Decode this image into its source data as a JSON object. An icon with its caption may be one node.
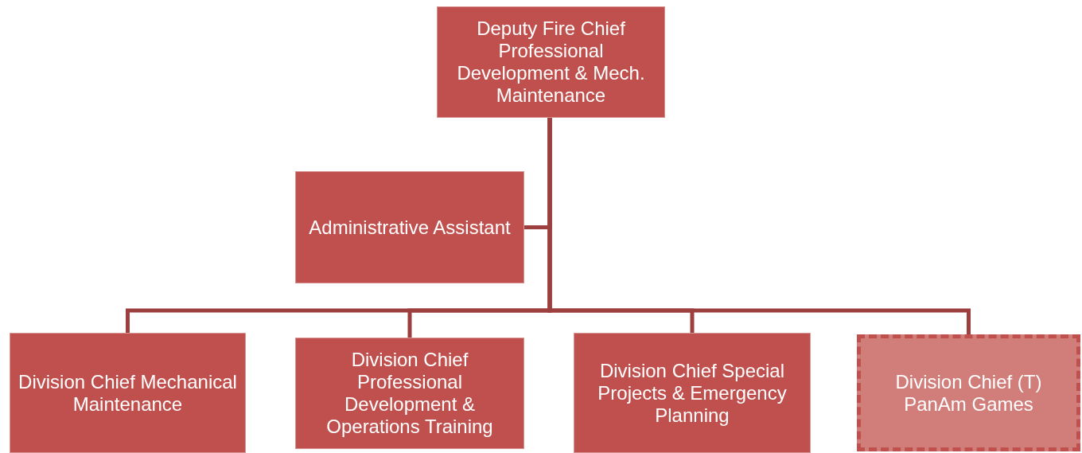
{
  "diagram": {
    "nodes": [
      {
        "text": [
          "Deputy Fire Chief Professional Development & Mech. Maintenance"
        ]
      },
      {
        "text": [
          "Administrative Assistant"
        ]
      },
      {
        "text": [
          "Division Chief Mechanical Maintenance"
        ]
      },
      {
        "text": [
          "Division Chief Professional Development & Operations Training"
        ]
      },
      {
        "text": [
          "Division Chief Special Projects & Emergency Planning"
        ]
      },
      {
        "text": [
          "Division Chief (T) PanAm Games"
        ]
      }
    ],
    "edges": [
      {
        "from": 0,
        "to": 1,
        "arrow": "none"
      },
      {
        "from": 0,
        "to": 2,
        "arrow": "none"
      },
      {
        "from": 0,
        "to": 3,
        "arrow": "none"
      },
      {
        "from": 0,
        "to": 4,
        "arrow": "none"
      },
      {
        "from": 0,
        "to": 5,
        "arrow": "none"
      }
    ]
  }
}
